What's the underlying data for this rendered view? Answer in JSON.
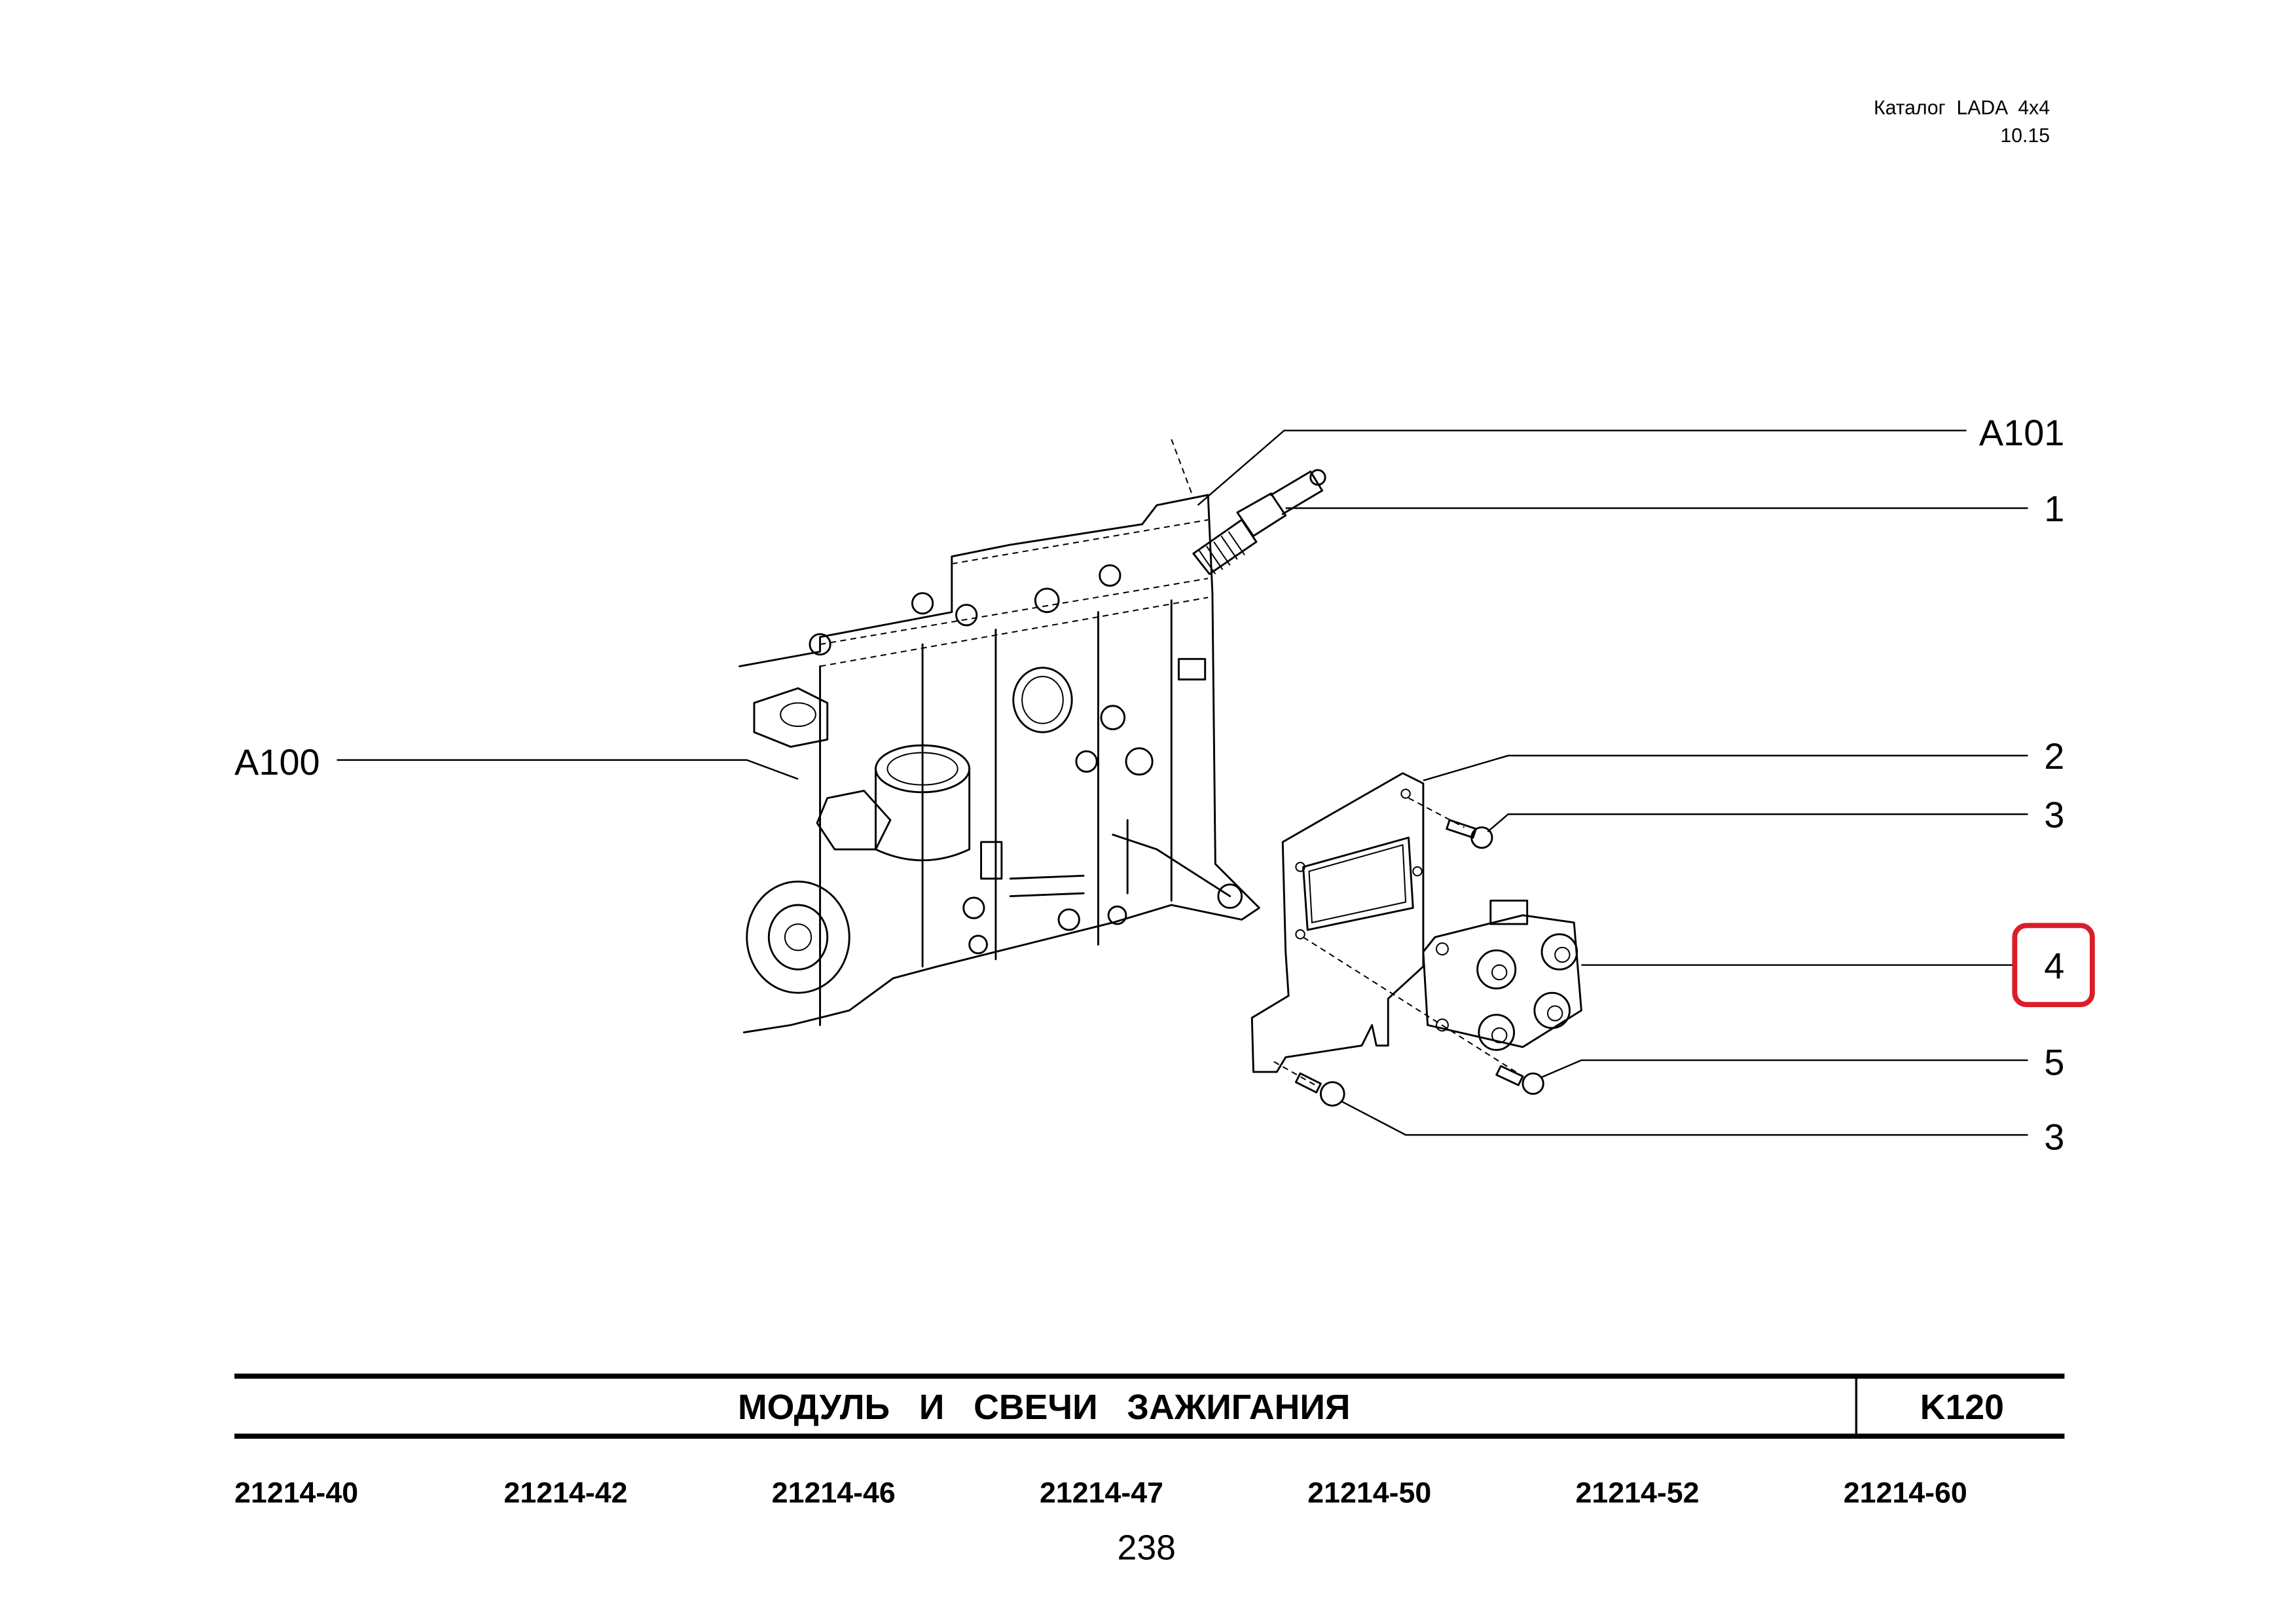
{
  "header": {
    "catalog": "Каталог  LADA  4x4",
    "edition": "10.15"
  },
  "callouts": {
    "a101": "A101",
    "a100": "A100",
    "p1": "1",
    "p2": "2",
    "p3_top": "3",
    "p4": "4",
    "p5": "5",
    "p3_bottom": "3"
  },
  "highlight_color": "#d91e2a",
  "title_block": {
    "title": "МОДУЛЬ   И   СВЕЧИ   ЗАЖИГАНИЯ",
    "code": "K120"
  },
  "models": [
    "21214-40",
    "21214-42",
    "21214-46",
    "21214-47",
    "21214-50",
    "21214-52",
    "21214-60"
  ],
  "page_number": "238"
}
